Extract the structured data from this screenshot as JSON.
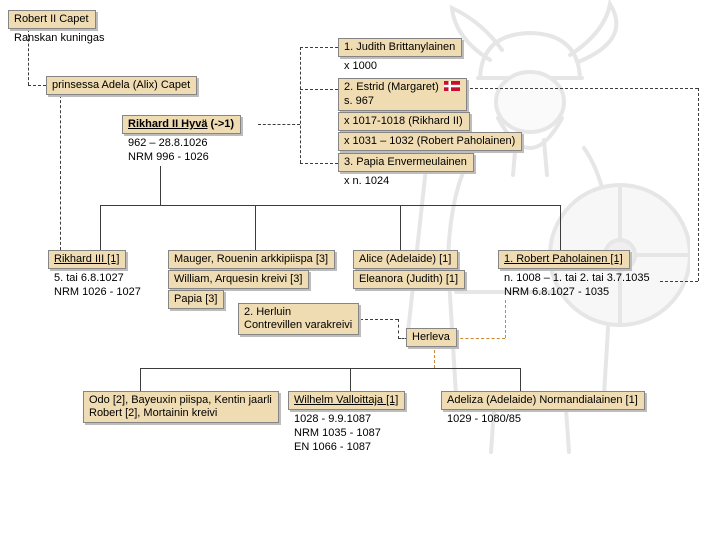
{
  "colors": {
    "box_fill": "#f0dcb2",
    "box_border": "#858585",
    "box_shadow": "#bdbdbd",
    "connector": "#3c3c3c",
    "union_connector": "#cc8833",
    "flag_red": "#c8102e",
    "flag_white": "#ffffff"
  },
  "icons": {
    "estrid_flag": "denmark-flag-icon",
    "watermark": "viking-warrior-watermark"
  },
  "nodes": {
    "robert_ii_capet": {
      "name": "Robert II Capet",
      "detail1": "Ranskan kuningas"
    },
    "adela": {
      "name": "prinsessa Adela (Alix) Capet"
    },
    "rikhard_ii": {
      "name": "Rikhard II Hyvä",
      "suffix": " (->1)",
      "detail1": "962 – 28.8.1026",
      "detail2": "NRM 996 - 1026"
    },
    "judith": {
      "name": "1. Judith Brittanylainen",
      "detail1": "x 1000"
    },
    "estrid": {
      "name": "2. Estrid (Margaret)",
      "line2": "s. 967",
      "marriage1": "x 1017-1018 (Rikhard II)",
      "marriage2": "x 1031 – 1032 (Robert Paholainen)"
    },
    "papia": {
      "name": "3. Papia Envermeulainen",
      "detail1": "x n. 1024"
    },
    "rikhard_iii": {
      "name": "Rikhard III [1]",
      "detail1": "5. tai 6.8.1027",
      "detail2": "NRM 1026 - 1027"
    },
    "mauger": {
      "line1": "Mauger, Rouenin arkkipiispa [3]",
      "line2": "William, Arquesin kreivi [3]",
      "line3": "Papia [3]"
    },
    "alice": {
      "line1": "Alice (Adelaide) [1]",
      "line2": "Eleanora (Judith) [1]"
    },
    "robert_paholainen": {
      "name": "1. Robert Paholainen [1]",
      "detail1": "n. 1008 – 1. tai 2. tai 3.7.1035",
      "detail2": "NRM 6.8.1027 - 1035"
    },
    "herluin": {
      "line1": "2. Herluin",
      "line2": "Contrevillen varakreivi"
    },
    "herleva": {
      "name": "Herleva"
    },
    "odo_robert": {
      "line1": "Odo [2], Bayeuxin piispa, Kentin jaarli",
      "line2": "Robert [2], Mortainin kreivi"
    },
    "wilhelm": {
      "name": "Wilhelm Valloittaja [1]",
      "detail1": "1028 - 9.9.1087",
      "detail2": "NRM 1035 - 1087",
      "detail3": "EN 1066 - 1087"
    },
    "adeliza": {
      "name": "Adeliza (Adelaide) Normandialainen [1]",
      "detail1": "1029 - 1080/85"
    }
  }
}
